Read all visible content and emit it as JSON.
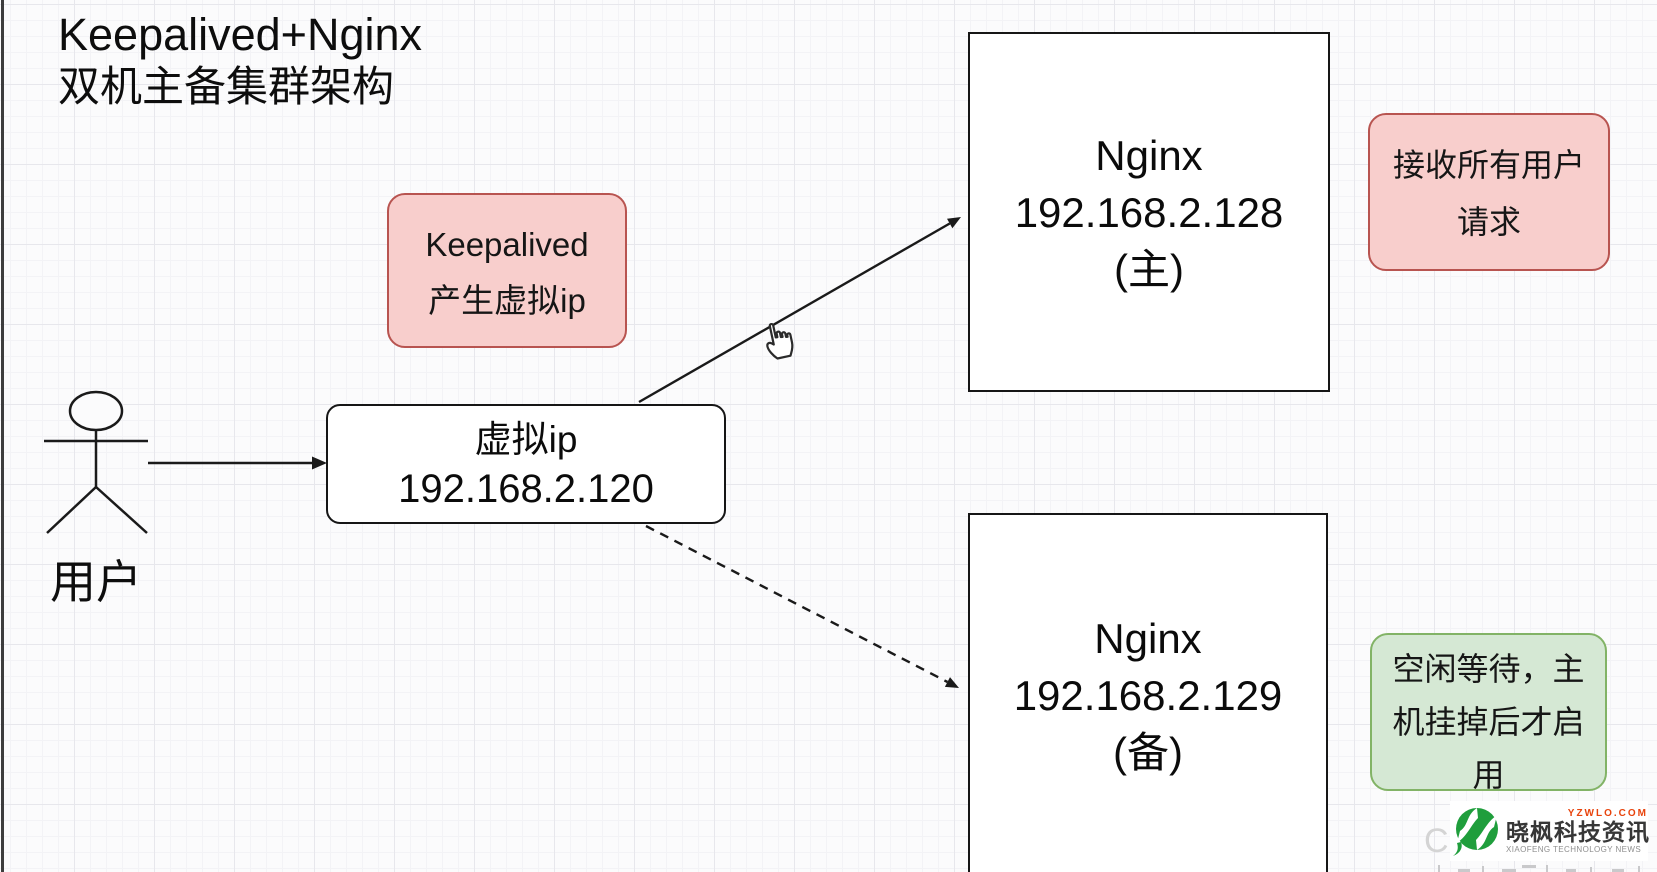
{
  "title": {
    "line1": "Keepalived+Nginx",
    "line2": "双机主备集群架构"
  },
  "diagram": {
    "user_label": "用户",
    "keepalived_note": {
      "line1": "Keepalived",
      "line2": "产生虚拟ip"
    },
    "virtual_ip": {
      "name": "虚拟ip",
      "ip": "192.168.2.120"
    },
    "nginx_master": {
      "name": "Nginx",
      "ip": "192.168.2.128",
      "role": "(主)"
    },
    "nginx_backup": {
      "name": "Nginx",
      "ip": "192.168.2.129",
      "role": "(备)"
    },
    "master_note": {
      "line1": "接收所有用户",
      "line2": "请求"
    },
    "backup_note": {
      "line1": "空闲等待，主",
      "line2": "机挂掉后才启",
      "line3": "用"
    }
  },
  "watermark": {
    "partial_text": "C"
  },
  "logo": {
    "domain": "YZWLO.COM",
    "name": "晓枫科技资讯",
    "subtitle": "XIAOFENG TECHNOLOGY NEWS"
  },
  "colors": {
    "note_red_fill": "#f8cecc",
    "note_red_border": "#b85450",
    "note_green_fill": "#d5e8d4",
    "note_green_border": "#82b366",
    "logo_green": "#1f9e3c",
    "logo_domain": "#e8430c"
  }
}
